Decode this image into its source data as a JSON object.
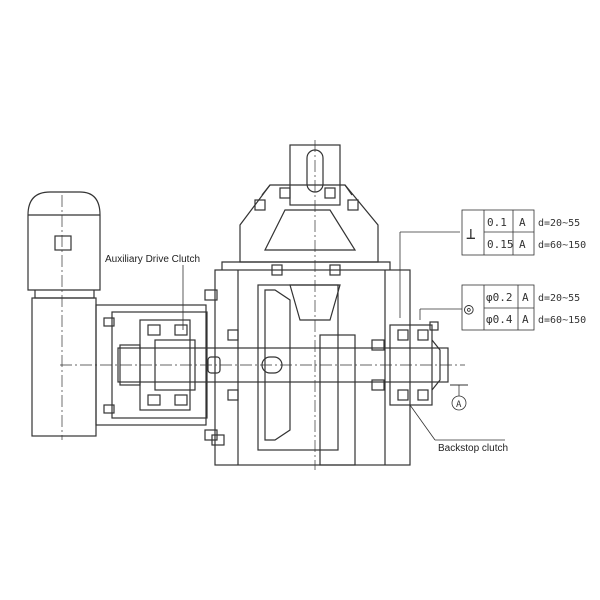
{
  "labels": {
    "auxiliary_drive_clutch": "Auxiliary Drive Clutch",
    "backstop_clutch": "Backstop clutch",
    "datum": "A"
  },
  "tolerance_perpendicularity": {
    "symbol": "⊥",
    "rows": [
      {
        "value": "0.1",
        "datum": "A",
        "range": "d=20~55"
      },
      {
        "value": "0.15",
        "datum": "A",
        "range": "d=60~150"
      }
    ]
  },
  "tolerance_coaxiality": {
    "symbol": "◎",
    "rows": [
      {
        "value": "φ0.2",
        "datum": "A",
        "range": "d=20~55"
      },
      {
        "value": "φ0.4",
        "datum": "A",
        "range": "d=60~150"
      }
    ]
  }
}
